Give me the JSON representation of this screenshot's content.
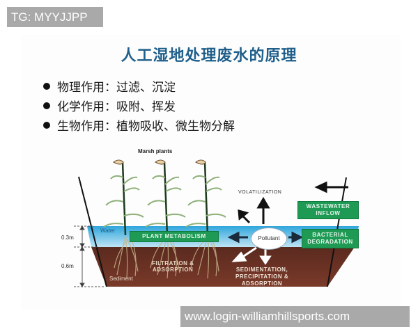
{
  "watermarks": {
    "top": "TG: MYYJJPP",
    "bottom": "www.login-williamhillsports.com"
  },
  "title": "人工湿地处理废水的原理",
  "bullets": [
    {
      "label": "物理作用：过滤、沉淀"
    },
    {
      "label": "化学作用：吸附、挥发"
    },
    {
      "label": "生物作用：植物吸收、微生物分解"
    }
  ],
  "diagram": {
    "plants_label": "Marsh plants",
    "water_label": "Water",
    "sediment_label": "Sediment",
    "depth_water": "0.3m",
    "depth_sediment": "0.6m",
    "pollutant_label": "Pollutant",
    "volatilization": "VOLATILIZATION",
    "plant_metabolism": "PLANT METABOLISM",
    "filtration": [
      "FILTRATION &",
      "ADSORPTION"
    ],
    "sedimentation": [
      "SEDIMENTATION,",
      "PRECIPITATION &",
      "ADSORPTION"
    ],
    "wastewater_inflow": [
      "WASTEWATER",
      "INFLOW"
    ],
    "bacterial_degradation": [
      "BACTERIAL",
      "DEGRADATION"
    ],
    "colors": {
      "water": "#4fb3e0",
      "sediment": "#6b2f22",
      "green_box": "#1e9a55",
      "title": "#1f5f8b",
      "arrow_dark": "#1b2a3a"
    }
  }
}
